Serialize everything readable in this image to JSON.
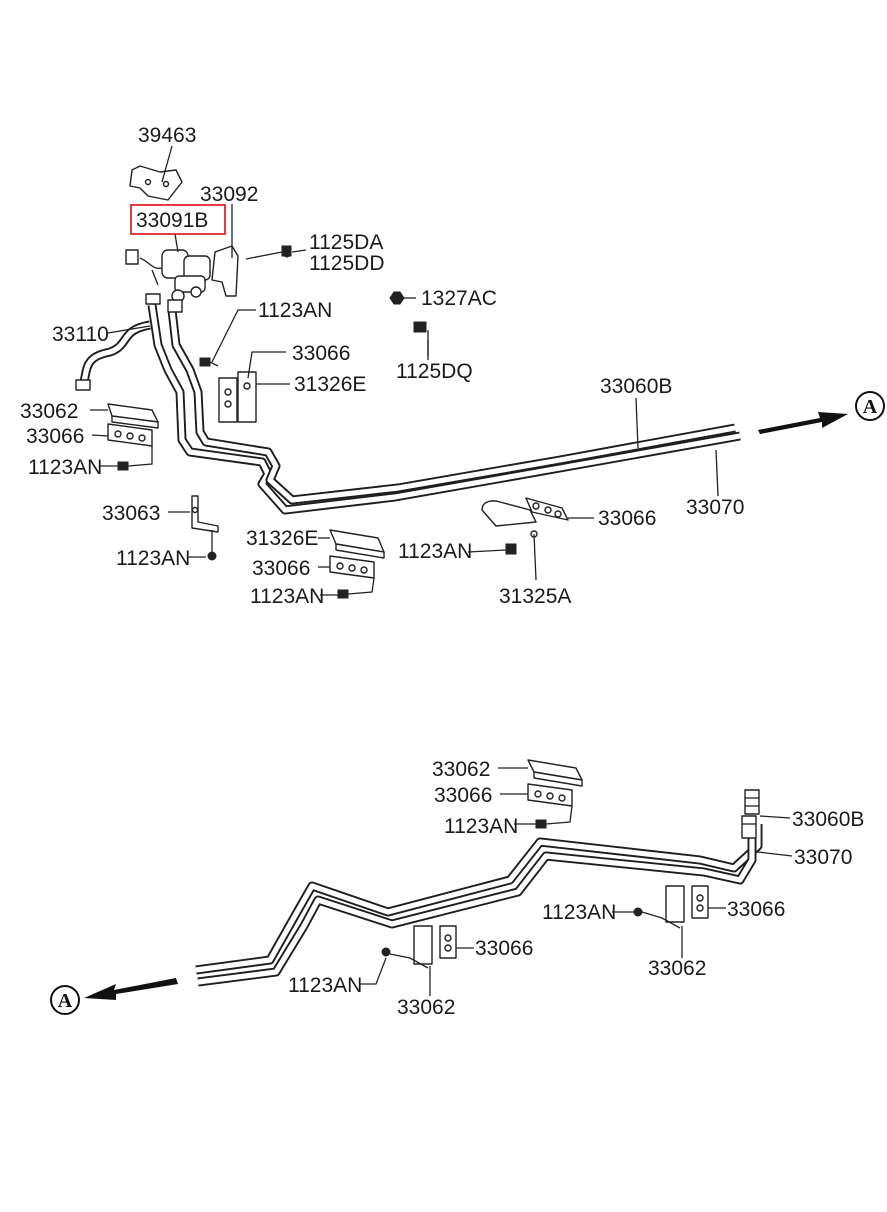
{
  "diagram": {
    "highlight_color": "#e0262b",
    "highlighted_part": "33091B",
    "top_section": {
      "labels": {
        "p39463": "39463",
        "p33092": "33092",
        "p33091B": "33091B",
        "p1125DA": "1125DA",
        "p1125DD": "1125DD",
        "p1327AC": "1327AC",
        "p1125DQ": "1125DQ",
        "p1123AN_a": "1123AN",
        "p33110": "33110",
        "p33066_a": "33066",
        "p31326E_a": "31326E",
        "p33062_a": "33062",
        "p33066_b": "33066",
        "p1123AN_b": "1123AN",
        "p33060B": "33060B",
        "p33070": "33070",
        "p33063": "33063",
        "p1123AN_c": "1123AN",
        "p31326E_b": "31326E",
        "p33066_c": "33066",
        "p1123AN_d": "1123AN",
        "p1123AN_e": "1123AN",
        "p33066_d": "33066",
        "p31325A": "31325A",
        "ref_a": "A"
      }
    },
    "bottom_section": {
      "labels": {
        "p33062_a": "33062",
        "p33066_a": "33066",
        "p1123AN_a": "1123AN",
        "p33060B": "33060B",
        "p33070": "33070",
        "p1123AN_b": "1123AN",
        "p33066_b": "33066",
        "p33062_b": "33062",
        "p33066_c": "33066",
        "p1123AN_c": "1123AN",
        "p33062_c": "33062",
        "ref_a": "A"
      }
    }
  }
}
